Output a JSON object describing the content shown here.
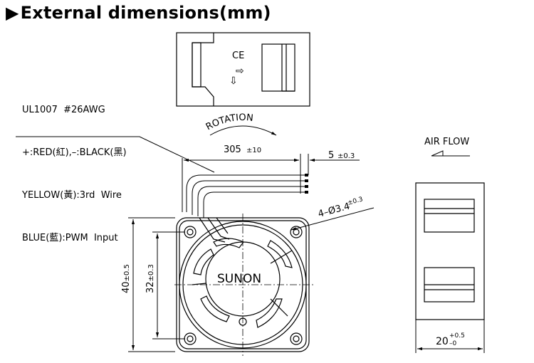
{
  "title": "External dimensions(mm)",
  "wire_spec": {
    "line1": "UL1007  #26AWG",
    "line2": "+:RED(紅),–:BLACK(黑)",
    "line3": "YELLOW(黃):3rd  Wire",
    "line4": "BLUE(藍):PWM  Input"
  },
  "label_ce": "CE",
  "rotation_label": "ROTATION",
  "airflow_label": "AIR FLOW",
  "fan_brand": "SUNON",
  "dims": {
    "lead_length": "305",
    "lead_length_tol": "±10",
    "strip_length": "5",
    "strip_length_tol": "±0.3",
    "hole_spec": "4–Ø3.4",
    "hole_spec_tol": "±0.3",
    "outer_size": "40",
    "outer_size_tol": "±0.5",
    "hole_pitch": "32",
    "hole_pitch_tol": "±0.3",
    "depth": "20",
    "depth_tol_plus": "+0.5",
    "depth_tol_minus": "–0"
  }
}
